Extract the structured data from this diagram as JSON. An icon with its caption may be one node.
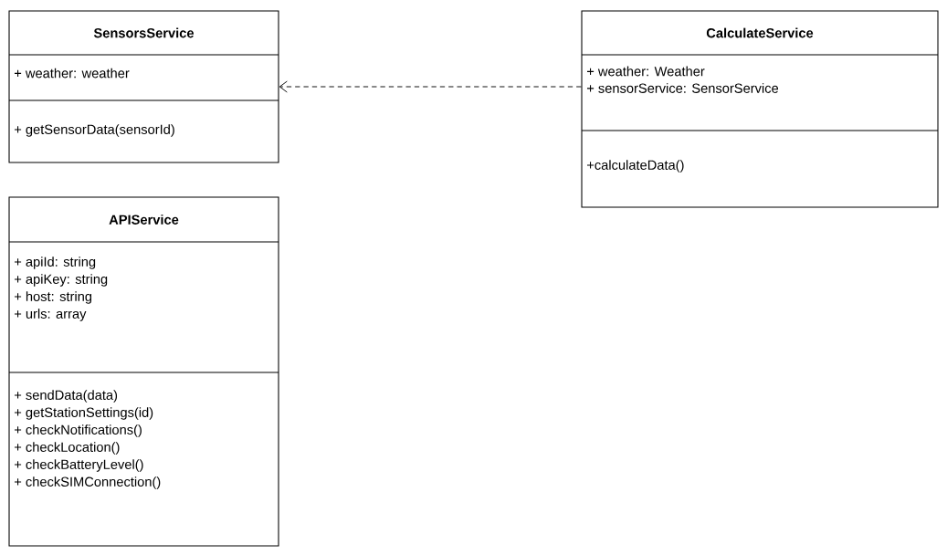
{
  "diagram": {
    "nodes": [
      {
        "text": [
          "SensorsService",
          "+ weather: weather",
          "+ getSensorData(sensorId)"
        ]
      },
      {
        "text": [
          "CalculateService",
          "+ weather: Weather",
          "+ sensorService: SensorService",
          "+calculateData()"
        ]
      },
      {
        "text": [
          "APIService",
          "+ apiId: string",
          "+ apiKey: string",
          "+ host: string",
          "+ urls: array",
          "+ sendData(data)",
          "+ getStationSettings(id)",
          "+ checkNotifications()",
          "+ checkLocation()",
          "+ checkBatteryLevel()",
          "+ checkSIMConnection()"
        ]
      }
    ],
    "edges": [
      {
        "from": 1,
        "to": 0,
        "arrow": "to",
        "style": "dashed"
      }
    ]
  }
}
